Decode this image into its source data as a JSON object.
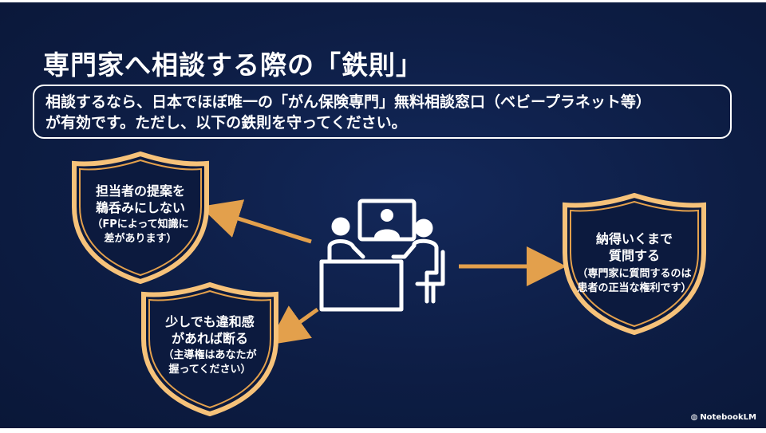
{
  "slide": {
    "title": "専門家へ相談する際の「鉄則」",
    "intro_line1": "相談するなら、日本でほぼ唯一の「がん保険専門」無料相談窓口（ベビープラネット等）",
    "intro_line2": "が有効です。ただし、以下の鉄則を守ってください。"
  },
  "rules": [
    {
      "main": [
        "担当者の提案を",
        "鵜呑みにしない"
      ],
      "sub": [
        "（FPによって知識に",
        "差があります）"
      ]
    },
    {
      "main": [
        "少しでも違和感",
        "があれば断る"
      ],
      "sub": [
        "（主導権はあなたが",
        "握ってください）"
      ]
    },
    {
      "main": [
        "納得いくまで",
        "質問する"
      ],
      "sub": [
        "（専門家に質問するのは",
        "患者の正当な権利です）"
      ]
    }
  ],
  "icons": {
    "center": "consultation-meeting-icon",
    "shield": "shield-icon",
    "brand": "notebooklm-logo-icon"
  },
  "colors": {
    "background": "#0d1d44",
    "accent_orange": "#e3a04c",
    "glow": "#f6c27a",
    "text": "#ffffff"
  },
  "brand": {
    "label": "NotebookLM"
  }
}
